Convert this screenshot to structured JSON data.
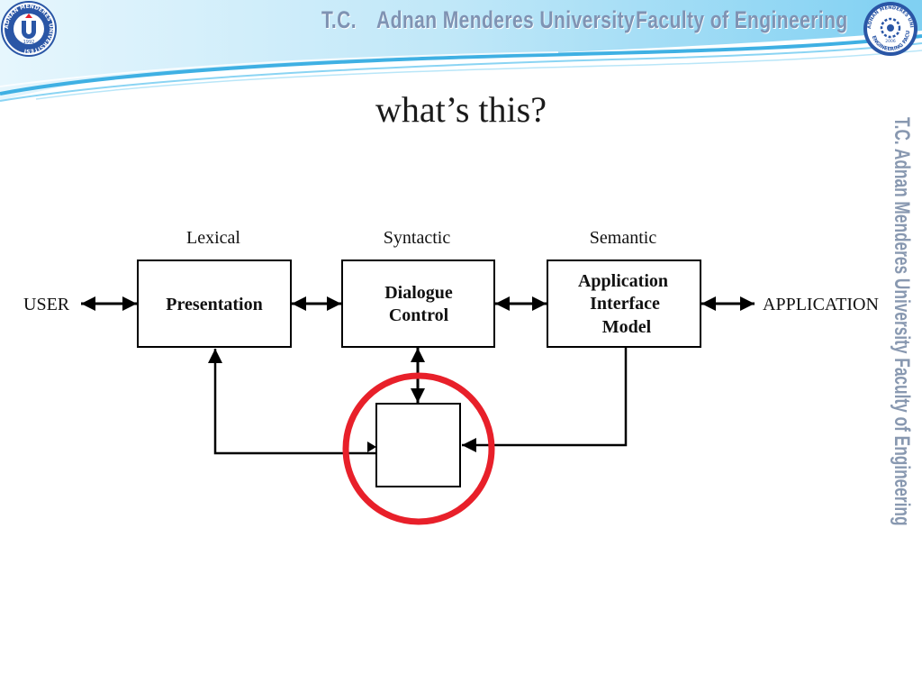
{
  "header": {
    "tc": "T.C.",
    "university": "Adnan Menderes University",
    "faculty": "Faculty of Engineering"
  },
  "side_banner": "T.C.   Adnan Menderes University   Faculty of Engineering",
  "logo_left": {
    "arc_text": "ADNAN MENDERES ÜNİVERSİTESİ",
    "year": "1992"
  },
  "logo_right": {
    "arc_text": "ADNAN MENDERES ÜNİVERSİTESİ",
    "bottom_text": "ENGINEERING FACULTY",
    "year": "2006"
  },
  "slide": {
    "title": "what’s this?"
  },
  "diagram": {
    "layers": {
      "lexical": "Lexical",
      "syntactic": "Syntactic",
      "semantic": "Semantic"
    },
    "user": "USER",
    "application": "APPLICATION",
    "presentation": "Presentation",
    "dialogue_line1": "Dialogue",
    "dialogue_line2": "Control",
    "app_line1": "Application",
    "app_line2": "Interface",
    "app_line3": "Model"
  },
  "colors": {
    "highlight_circle": "#e8202a",
    "header_text": "#7f93b3",
    "banner_blue": "#5bbfe8",
    "logo_blue": "#2a56a6"
  }
}
